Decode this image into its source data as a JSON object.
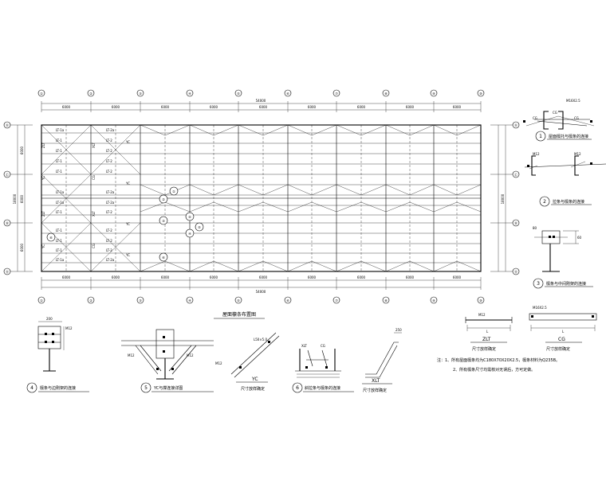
{
  "plan": {
    "title": "屋面檩条布置图",
    "overall_dim": "54000",
    "bay_dims": [
      "6000",
      "6000",
      "6000",
      "6000",
      "6000",
      "6000",
      "6000",
      "6000",
      "6000"
    ],
    "axis_numbers": [
      "①",
      "②",
      "③",
      "④",
      "⑤",
      "⑥",
      "⑦",
      "⑧",
      "⑨",
      "⑩"
    ],
    "axis_letters": [
      "Ⓐ",
      "Ⓑ",
      "Ⓒ",
      "Ⓓ"
    ],
    "side_dims": [
      "6000",
      "6000",
      "6000"
    ],
    "side_total": "18000",
    "labels": {
      "lt1a": "LT-1a",
      "lt1": "LT-1",
      "lt2": "LT-2",
      "lt2a": "LT-2a",
      "xlt": "XLT",
      "zlt": "ZLT",
      "yc": "YC",
      "cg": "CG"
    },
    "detail_marks": [
      "①",
      "②",
      "③",
      "④",
      "⑤",
      "⑥"
    ]
  },
  "details": {
    "d1": {
      "num": "1",
      "title": "屋面檩托与檩条的连接"
    },
    "d2": {
      "num": "2",
      "title": "拉条与檩条的连接"
    },
    "d3": {
      "num": "3",
      "title": "檩条与中间刚架的连接"
    },
    "d4": {
      "num": "4",
      "title": "檩条与边刚架的连接"
    },
    "d5": {
      "num": "5",
      "title": "YC与撑连接详图"
    },
    "d6": {
      "num": "6",
      "title": "斜拉条与檩条的连接"
    }
  },
  "members": {
    "yc": {
      "name": "YC",
      "note": "尺寸放样确定",
      "spec": "L50×5.0"
    },
    "xlt": {
      "name": "XLT",
      "note": "尺寸放样确定"
    },
    "zlt": {
      "name": "ZLT",
      "note": "尺寸放样确定",
      "dim": "L"
    },
    "cg": {
      "name": "CG",
      "note": "尺寸放样确定",
      "dim": "L"
    }
  },
  "notes": {
    "line1": "注：1、所有屋面檩条均为C180X70X20X2.5，檩条材料为Q235B。",
    "line2": "2、所有檩条尺寸均需核对无误后，方可定做。"
  }
}
